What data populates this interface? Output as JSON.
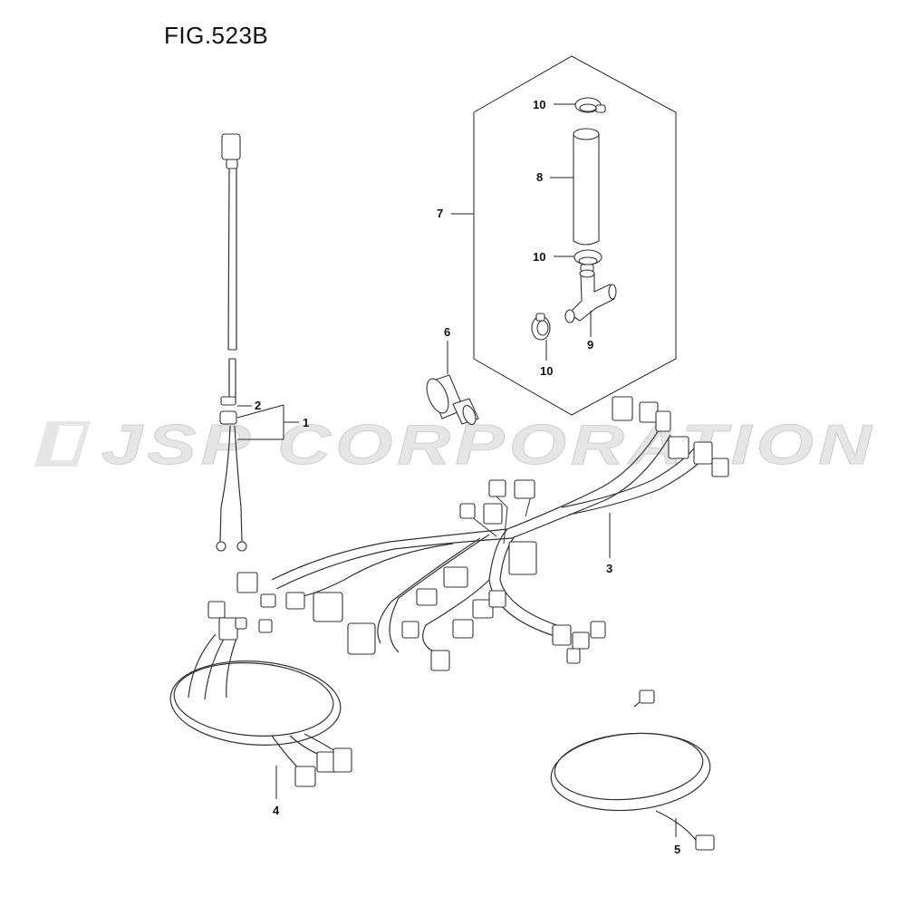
{
  "figure": {
    "title": "FIG.523B"
  },
  "watermark": {
    "text": "JSP CORPORATION",
    "color": "#e6e6e6"
  },
  "callouts": [
    {
      "id": "c1",
      "label": "1"
    },
    {
      "id": "c2",
      "label": "2"
    },
    {
      "id": "c3",
      "label": "3"
    },
    {
      "id": "c4",
      "label": "4"
    },
    {
      "id": "c5",
      "label": "5"
    },
    {
      "id": "c6",
      "label": "6"
    },
    {
      "id": "c7",
      "label": "7"
    },
    {
      "id": "c8",
      "label": "8"
    },
    {
      "id": "c9",
      "label": "9"
    },
    {
      "id": "c10a",
      "label": "10"
    },
    {
      "id": "c10b",
      "label": "10"
    },
    {
      "id": "c10c",
      "label": "10"
    }
  ],
  "colors": {
    "line": "#333333",
    "text": "#111111",
    "background": "#ffffff"
  }
}
